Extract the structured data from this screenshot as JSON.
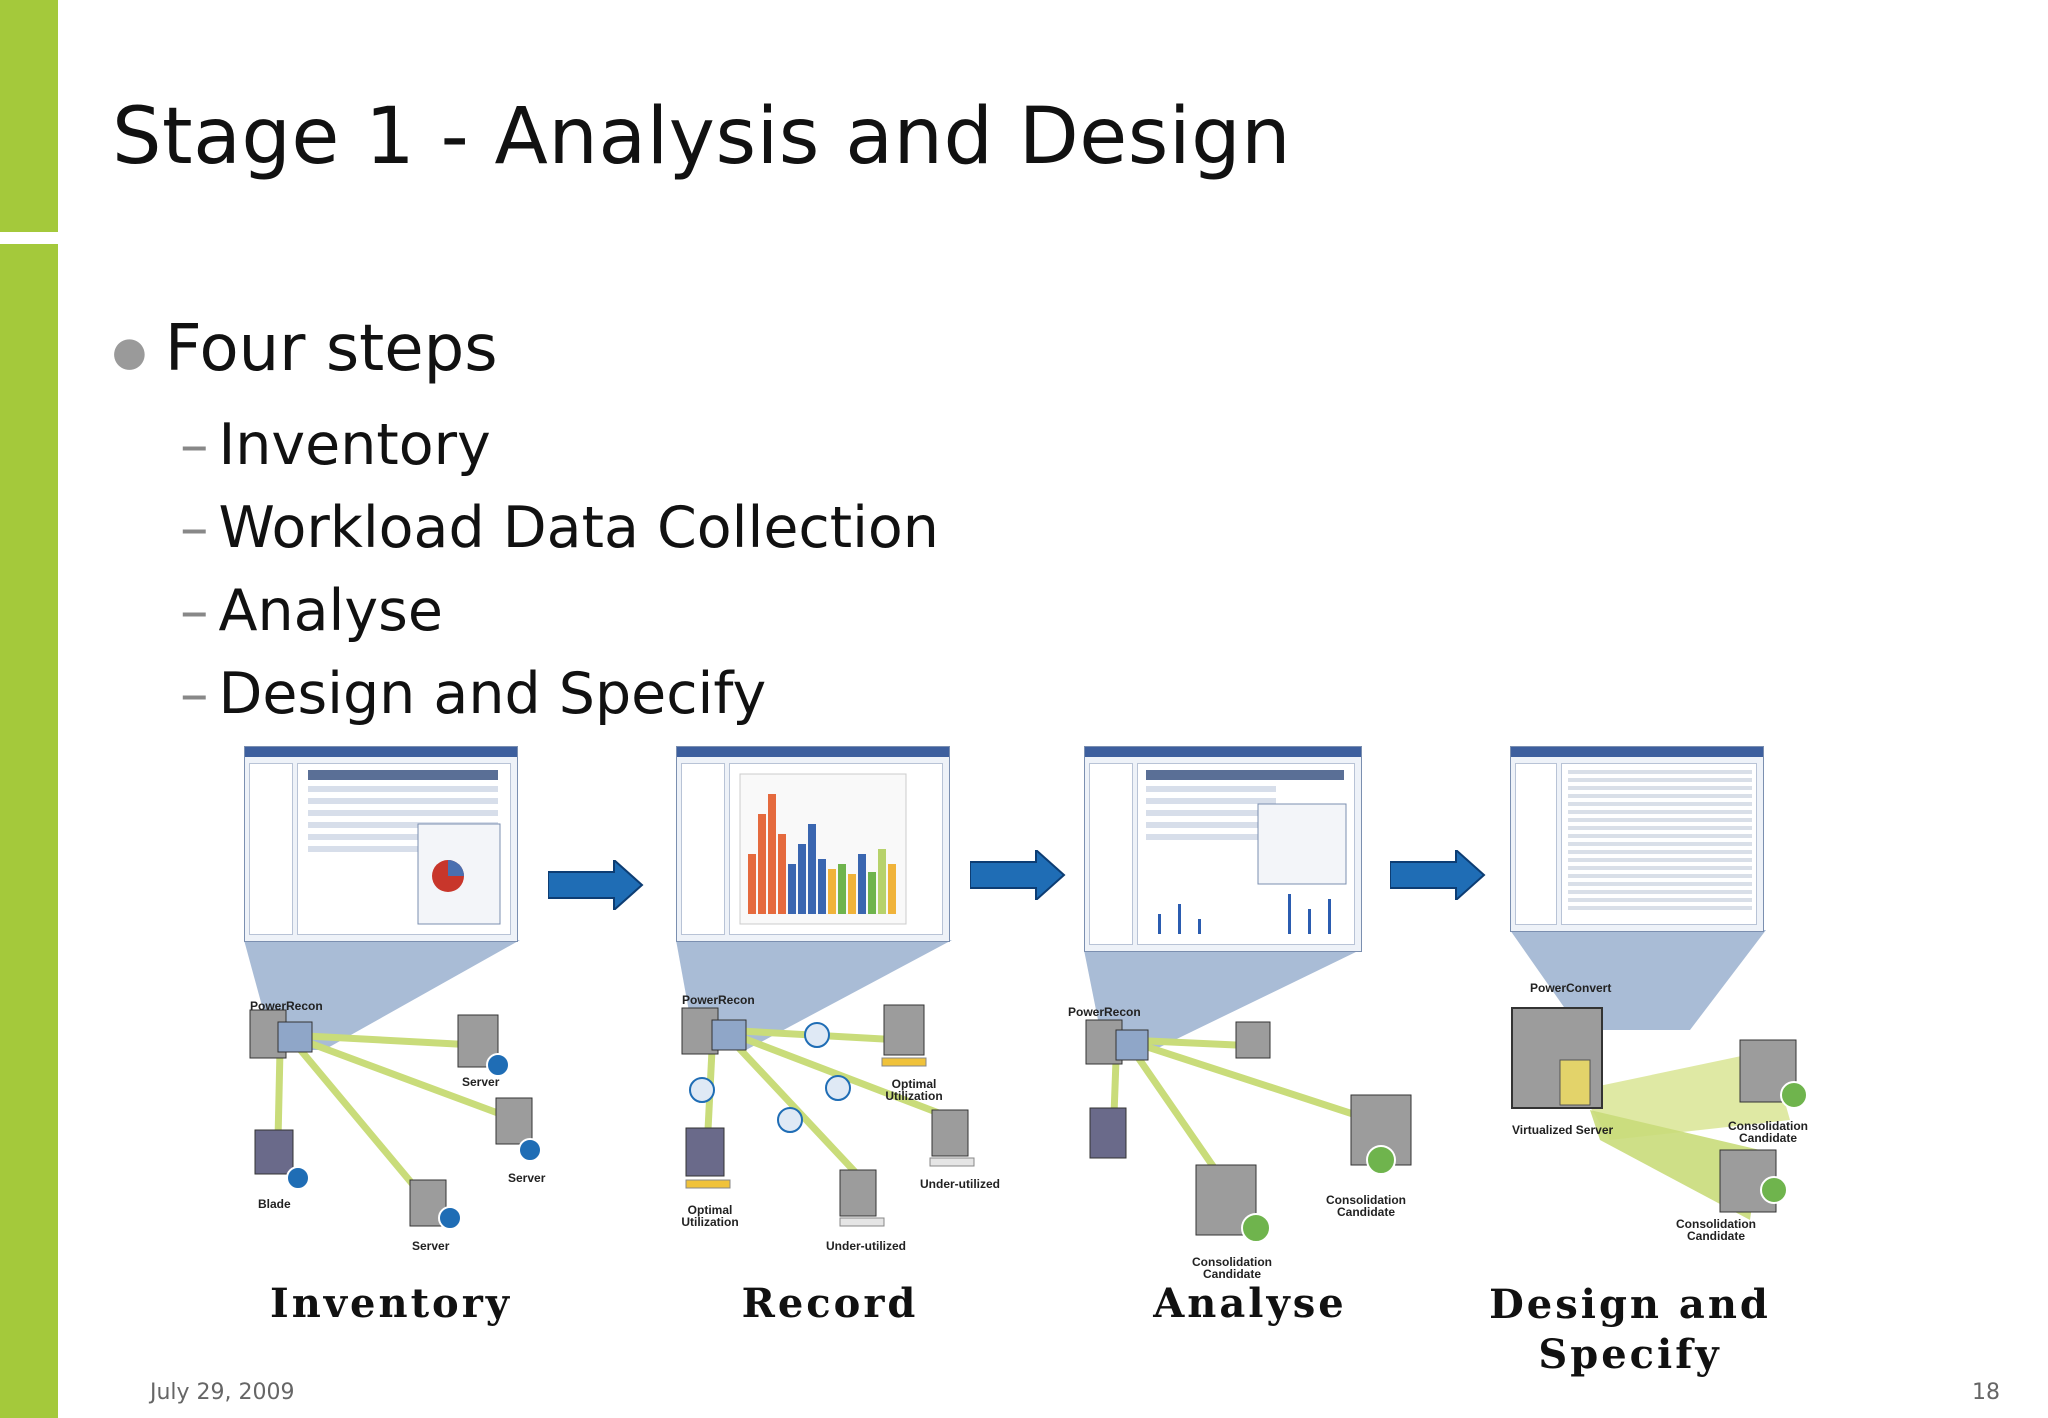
{
  "slide": {
    "title": "Stage 1 - Analysis and Design",
    "bullet": "Four steps",
    "sub_items": [
      "Inventory",
      "Workload Data Collection",
      "Analyse",
      "Design and Specify"
    ],
    "footer_date": "July 29, 2009",
    "page_number": "18"
  },
  "figure": {
    "panels": [
      {
        "caption": "Inventory",
        "labels": [
          "PowerRecon",
          "Server",
          "Server",
          "Blade",
          "Server"
        ]
      },
      {
        "caption": "Record",
        "labels": [
          "PowerRecon",
          "Optimal Utilization",
          "Under-utilized",
          "Optimal Utilization",
          "Under-utilized"
        ]
      },
      {
        "caption": "Analyse",
        "labels": [
          "PowerRecon",
          "Consolidation Candidate",
          "Consolidation Candidate"
        ]
      },
      {
        "caption": "Design and Specify",
        "labels": [
          "PowerConvert",
          "Virtualized Server",
          "Consolidation Candidate",
          "Consolidation Candidate"
        ]
      }
    ]
  },
  "colors": {
    "accent_green": "#a4c93b",
    "arrow_blue": "#1f6db5",
    "cone_blue": "#a9bcd6",
    "link_green": "#c9dc7a"
  }
}
